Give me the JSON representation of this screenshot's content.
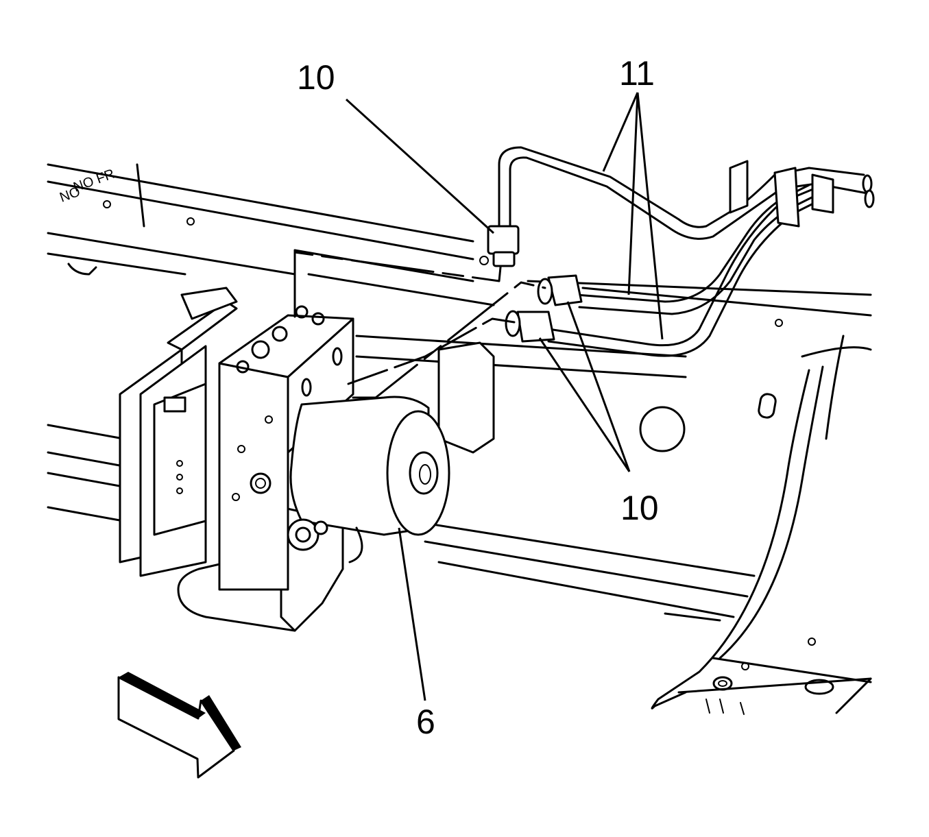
{
  "callouts": {
    "top_left": "10",
    "top_right": "11",
    "right": "10",
    "bottom": "6"
  },
  "frame_stamp": {
    "line1": "NO",
    "line2": "NO FR"
  }
}
